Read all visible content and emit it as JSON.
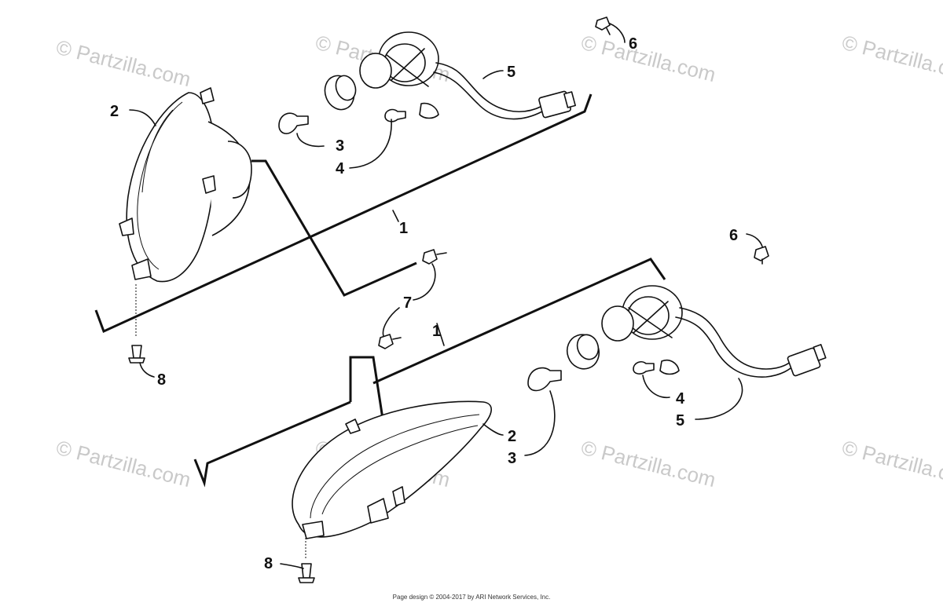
{
  "watermark": {
    "text": "© Partzilla.com"
  },
  "callouts": {
    "top_assembly": "1",
    "top_housing": "2",
    "top_headlight_bulb": "3",
    "top_small_bulb": "4",
    "top_harness": "5",
    "top_screw": "6",
    "clip_label": "7",
    "top_mount_screw": "8",
    "bottom_assembly": "1",
    "bottom_housing": "2",
    "bottom_headlight_bulb": "3",
    "bottom_small_bulb": "4",
    "bottom_harness": "5",
    "bottom_screw": "6",
    "bottom_mount_screw": "8"
  },
  "footer": {
    "text": "Page design © 2004-2017 by ARI Network Services, Inc."
  }
}
